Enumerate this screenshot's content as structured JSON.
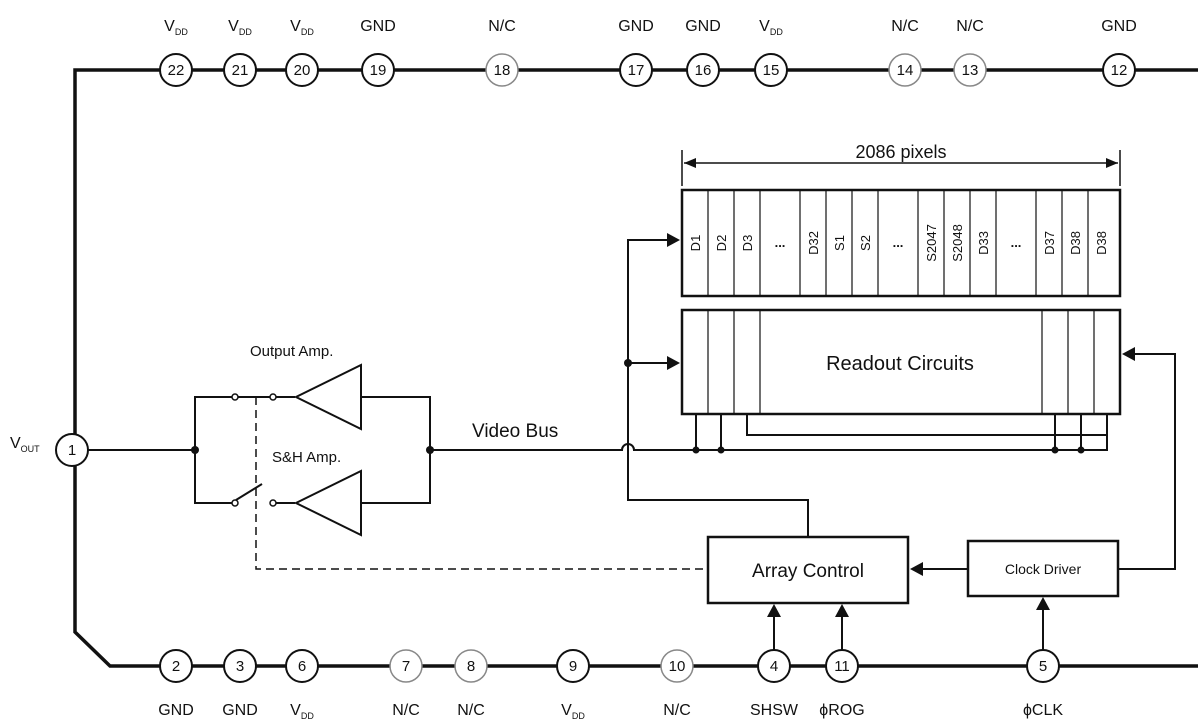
{
  "top_pins": [
    {
      "num": "22",
      "label": "V",
      "sub": "DD",
      "nc": false
    },
    {
      "num": "21",
      "label": "V",
      "sub": "DD",
      "nc": false
    },
    {
      "num": "20",
      "label": "V",
      "sub": "DD",
      "nc": false
    },
    {
      "num": "19",
      "label": "GND",
      "sub": "",
      "nc": false
    },
    {
      "num": "18",
      "label": "N/C",
      "sub": "",
      "nc": true
    },
    {
      "num": "17",
      "label": "GND",
      "sub": "",
      "nc": false
    },
    {
      "num": "16",
      "label": "GND",
      "sub": "",
      "nc": false
    },
    {
      "num": "15",
      "label": "V",
      "sub": "DD",
      "nc": false
    },
    {
      "num": "14",
      "label": "N/C",
      "sub": "",
      "nc": true
    },
    {
      "num": "13",
      "label": "N/C",
      "sub": "",
      "nc": true
    },
    {
      "num": "12",
      "label": "GND",
      "sub": "",
      "nc": false
    }
  ],
  "bottom_pins": [
    {
      "num": "2",
      "label": "GND",
      "sub": "",
      "nc": false
    },
    {
      "num": "3",
      "label": "GND",
      "sub": "",
      "nc": false
    },
    {
      "num": "6",
      "label": "V",
      "sub": "DD",
      "nc": false
    },
    {
      "num": "7",
      "label": "N/C",
      "sub": "",
      "nc": true
    },
    {
      "num": "8",
      "label": "N/C",
      "sub": "",
      "nc": true
    },
    {
      "num": "9",
      "label": "V",
      "sub": "DD",
      "nc": false
    },
    {
      "num": "10",
      "label": "N/C",
      "sub": "",
      "nc": true
    },
    {
      "num": "4",
      "label": "SHSW",
      "sub": "",
      "nc": false
    },
    {
      "num": "11",
      "label": "ϕROG",
      "sub": "",
      "nc": false
    },
    {
      "num": "5",
      "label": "ϕCLK",
      "sub": "",
      "nc": false
    }
  ],
  "vout_pin": {
    "num": "1",
    "label": "V",
    "sub": "OUT"
  },
  "pixel_span_label": "2086 pixels",
  "pixel_cells": [
    "D1",
    "D2",
    "D3",
    "...",
    "D32",
    "S1",
    "S2",
    "...",
    "S2047",
    "S2048",
    "D33",
    "...",
    "D37",
    "D38",
    "D38"
  ],
  "readout_label": "Readout Circuits",
  "video_bus_label": "Video Bus",
  "output_amp_label": "Output Amp.",
  "sh_amp_label": "S&H Amp.",
  "array_control_label": "Array Control",
  "clock_driver_label": "Clock Driver"
}
